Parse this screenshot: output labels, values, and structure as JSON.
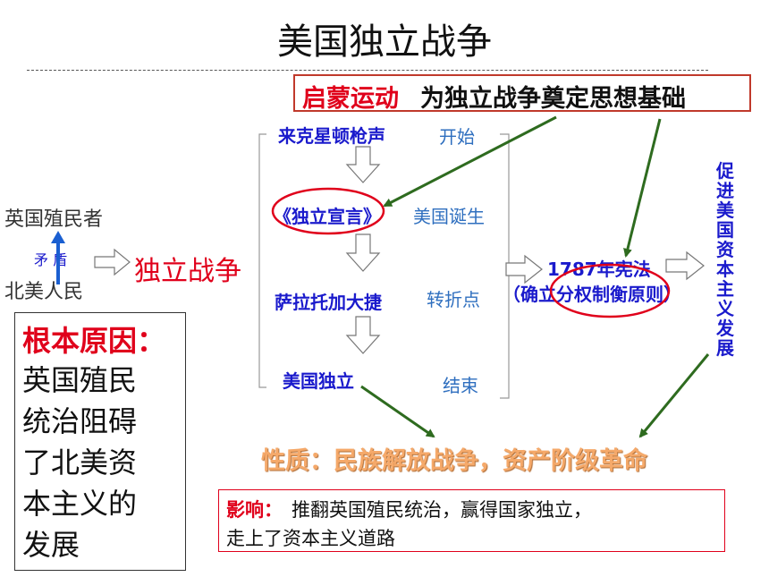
{
  "title": "美国独立战争",
  "enlightenment": {
    "highlight": "启蒙运动",
    "rest": "为独立战争奠定思想基础"
  },
  "left": {
    "colonists": "英国殖民者",
    "conflict": "矛  盾",
    "people": "北美人民",
    "war": "独立战争"
  },
  "root_cause": {
    "title": "根本原因：",
    "lines": [
      "英国殖民",
      "统治阻碍",
      "了北美资",
      "本主义的",
      "发展"
    ]
  },
  "timeline": [
    {
      "event": "来克星顿枪声",
      "stage": "开始"
    },
    {
      "event": "《独立宣言》",
      "stage": "美国诞生"
    },
    {
      "event": "萨拉托加大捷",
      "stage": "转折点"
    },
    {
      "event": "美国独立",
      "stage": "结束"
    }
  ],
  "constitution": {
    "title": "1787年宪法",
    "principle": "（确立分权制衡原则）"
  },
  "vertical_note": "促进美国资本主义发展",
  "nature": "性质：民族解放战争，资产阶级革命",
  "impact": {
    "label": "影响：",
    "line1": "推翻英国殖民统治，赢得国家独立，",
    "line2": "走上了资本主义道路"
  },
  "colors": {
    "red": "#e0001b",
    "blue": "#1a1acc",
    "stage_blue": "#2f6fbf",
    "arrow_green": "#2e6b1f",
    "nature_orange": "#f5a96a"
  }
}
